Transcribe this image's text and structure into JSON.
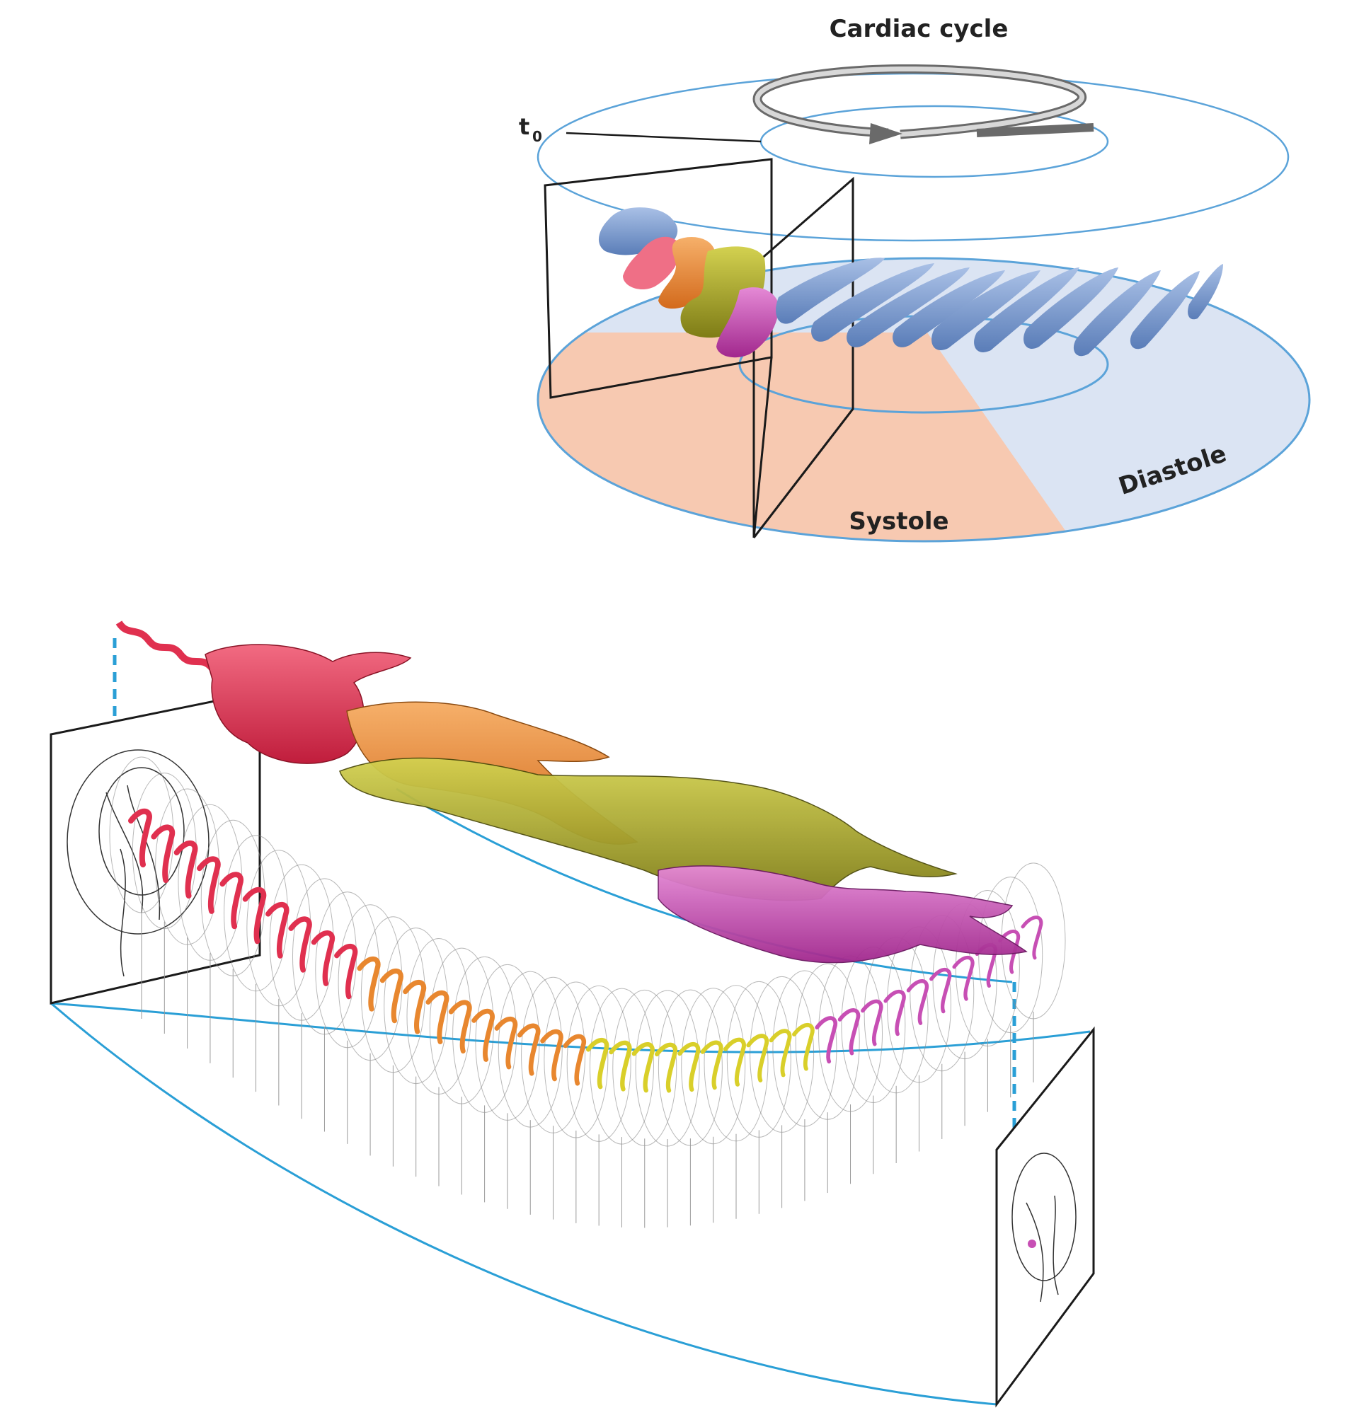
{
  "labels": {
    "cardiac_cycle": "Cardiac cycle",
    "t0_base": "t",
    "t0_sub": "0",
    "systole": "Systole",
    "diastole": "Diastole"
  },
  "colors": {
    "systole_fill": "#f7c9b1",
    "diastole_fill": "#dbe4f3",
    "ring_stroke": "#5ba3d9",
    "frame_stroke": "#1a1a1a",
    "dashed_link": "#2a9fd6",
    "vortex_blue": "#7d9ed2",
    "vortex_pink": "#ef6f86",
    "vortex_orange": "#e8872f",
    "vortex_olive": "#a9a82a",
    "vortex_magenta": "#c74fb4",
    "vortex_red": "#e0304f",
    "vortex_yellow": "#d9cf2a"
  }
}
